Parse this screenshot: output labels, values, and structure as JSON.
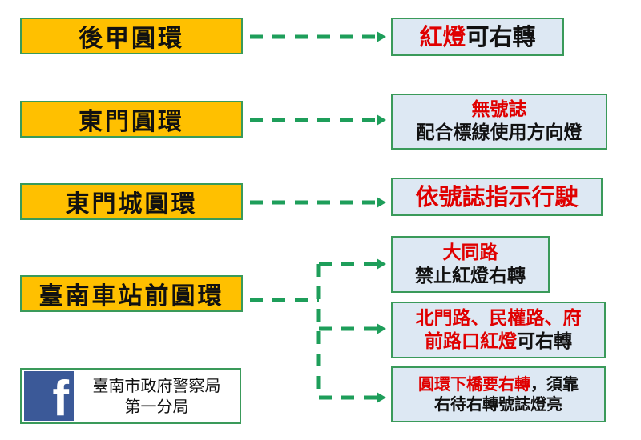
{
  "colors": {
    "source_fill": "#FFC000",
    "border": "#3a9a5a",
    "target_fill": "#dde8f3",
    "arrow": "#1e9e5a",
    "highlight": "#e00000"
  },
  "sources": [
    "後甲圓環",
    "東門圓環",
    "東門城圓環",
    "臺南車站前圓環"
  ],
  "targets": [
    {
      "lines": [
        [
          {
            "t": "紅燈",
            "red": true
          },
          {
            "t": "可右轉",
            "red": false
          }
        ]
      ]
    },
    {
      "lines": [
        [
          {
            "t": "無號誌",
            "red": true
          }
        ],
        [
          {
            "t": "配合標線使用方向燈",
            "red": false
          }
        ]
      ]
    },
    {
      "lines": [
        [
          {
            "t": "依號誌指示行駛",
            "red": true
          }
        ]
      ]
    },
    {
      "lines": [
        [
          {
            "t": "大同路",
            "red": true
          }
        ],
        [
          {
            "t": "禁止紅燈右轉",
            "red": false
          }
        ]
      ]
    },
    {
      "lines": [
        [
          {
            "t": "北門路、民權路、府",
            "red": true
          }
        ],
        [
          {
            "t": "前路口紅燈",
            "red": true
          },
          {
            "t": "可右轉",
            "red": false
          }
        ]
      ]
    },
    {
      "lines": [
        [
          {
            "t": "圓環下橋要右轉",
            "red": true
          },
          {
            "t": "，須靠",
            "red": false
          }
        ],
        [
          {
            "t": "右待右轉號誌燈亮",
            "red": false
          }
        ]
      ]
    }
  ],
  "footer": {
    "icon": "facebook-icon",
    "logo_letter": "f",
    "line1": "臺南市政府警察局",
    "line2": "第一分局"
  }
}
